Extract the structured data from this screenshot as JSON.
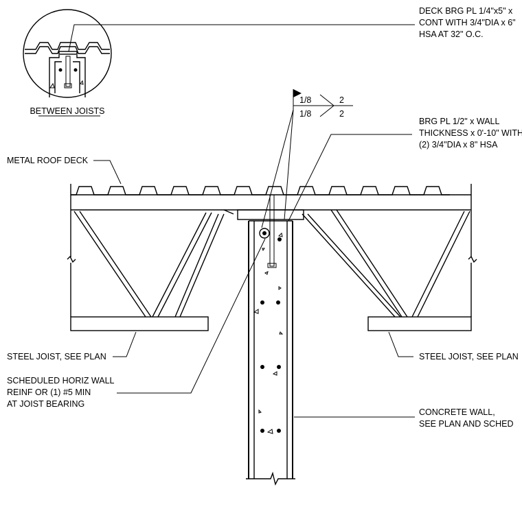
{
  "callouts": {
    "deck_brg_pl": [
      "DECK BRG PL 1/4\"x5\" x",
      "CONT WITH 3/4\"DIA x 6\"",
      "HSA AT 32\" O.C."
    ],
    "brg_pl": [
      "BRG PL 1/2\" x WALL",
      "THICKNESS x 0'-10\" WITH",
      "(2) 3/4\"DIA x 8\" HSA"
    ],
    "metal_roof_deck": [
      "METAL ROOF DECK"
    ],
    "steel_joist_left": [
      "STEEL JOIST, SEE PLAN"
    ],
    "steel_joist_right": [
      "STEEL JOIST, SEE PLAN"
    ],
    "horiz_wall_reinf": [
      "SCHEDULED HORIZ WALL",
      "REINF OR (1) #5 MIN",
      "AT JOIST BEARING"
    ],
    "concrete_wall": [
      "CONCRETE WALL,",
      "SEE PLAN AND SCHED"
    ]
  },
  "detail_title": "BETWEEN JOISTS",
  "weld_symbol": {
    "top_size": "1/8",
    "top_length": "2",
    "bottom_size": "1/8",
    "bottom_length": "2"
  }
}
